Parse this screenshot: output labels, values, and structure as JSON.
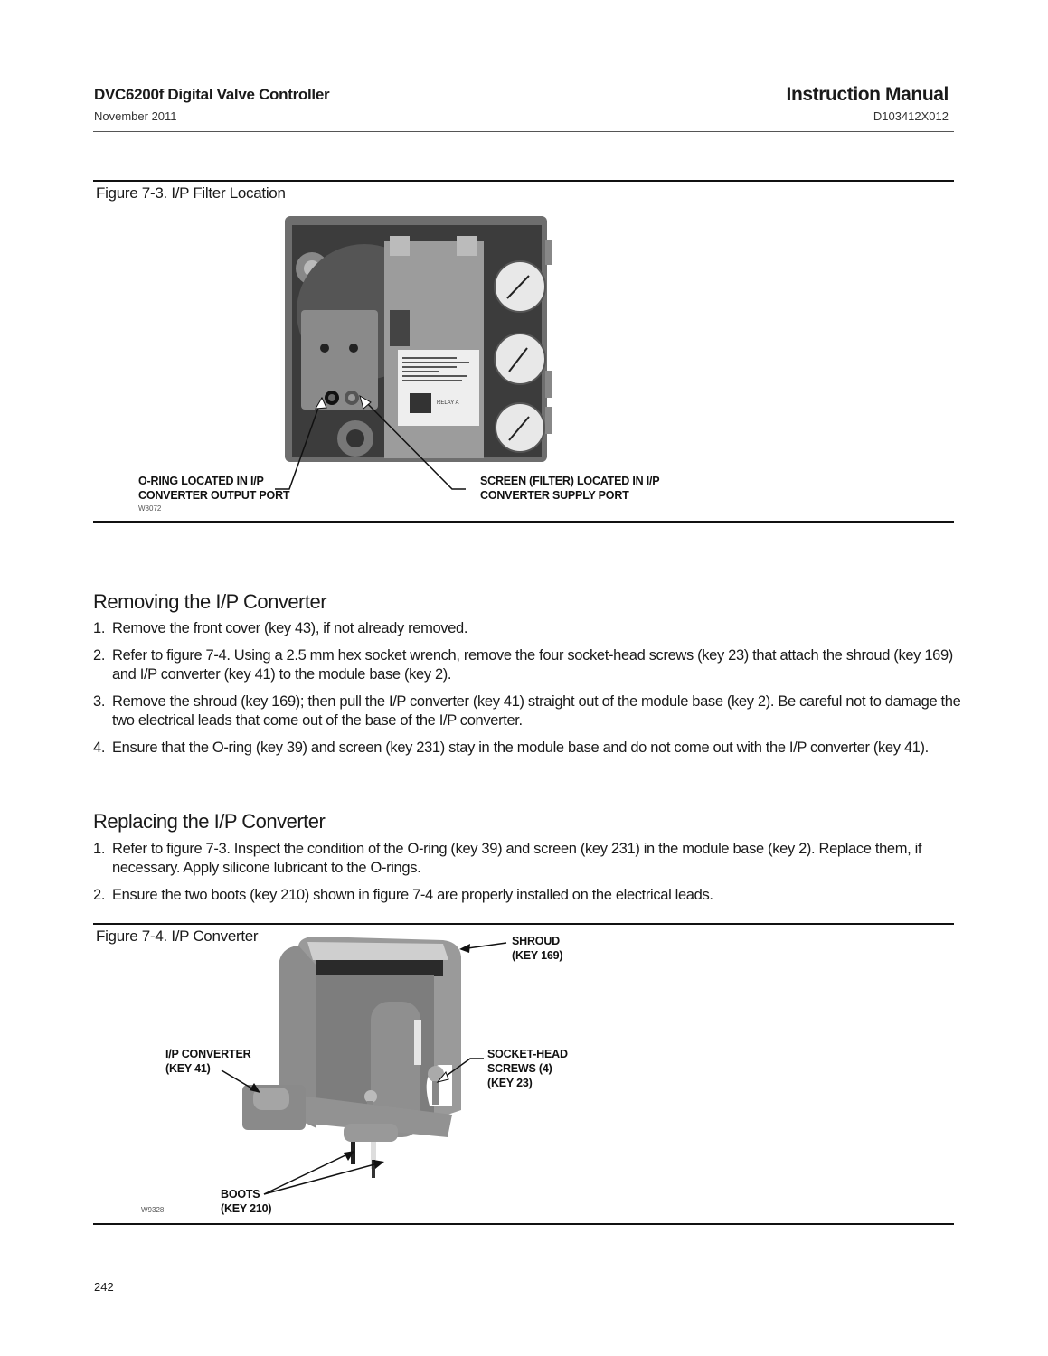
{
  "header": {
    "product_title": "DVC6200f Digital Valve Controller",
    "date": "November 2011",
    "manual_title": "Instruction Manual",
    "doc_number": "D103412X012"
  },
  "figure_7_3": {
    "caption": "Figure 7-3. I/P Filter Location",
    "callout_left_line1": "O-RING LOCATED IN I/P",
    "callout_left_line2": "CONVERTER OUTPUT PORT",
    "callout_right_line1": "SCREEN (FILTER) LOCATED IN I/P",
    "callout_right_line2": "CONVERTER SUPPLY PORT",
    "drawing_code": "W8072",
    "image_description": "photo-of-dvc6200f-module-base-with-gauges",
    "label_text": "RELAY A"
  },
  "removing_section": {
    "heading": "Removing the I/P Converter",
    "steps": [
      {
        "num": "1.",
        "text": "Remove the front cover (key 43), if not already removed."
      },
      {
        "num": "2.",
        "text": "Refer to figure 7-4. Using a 2.5 mm hex socket wrench, remove the four socket-head screws (key 23) that attach the shroud (key 169) and I/P converter (key 41) to the module base (key 2)."
      },
      {
        "num": "3.",
        "text": "Remove the shroud (key 169); then pull the I/P converter (key 41) straight out of the module base (key 2). Be careful not to damage the two electrical leads that come out of the base of the I/P converter."
      },
      {
        "num": "4.",
        "text": "Ensure that the O-ring (key 39) and screen (key 231) stay in the module base and do not come out with the I/P converter (key 41)."
      }
    ]
  },
  "replacing_section": {
    "heading": "Replacing the I/P Converter",
    "steps": [
      {
        "num": "1.",
        "text": "Refer to figure 7-3. Inspect the condition of the O-ring (key 39) and screen (key 231) in the module base (key 2). Replace them, if necessary. Apply silicone lubricant to the O-rings."
      },
      {
        "num": "2.",
        "text": "Ensure the two boots (key 210) shown in figure 7-4 are properly installed on the electrical leads."
      }
    ]
  },
  "figure_7_4": {
    "caption": "Figure 7-4. I/P Converter",
    "callout_shroud_line1": "SHROUD",
    "callout_shroud_line2": "(KEY 169)",
    "callout_converter_line1": "I/P CONVERTER",
    "callout_converter_line2": "(KEY 41)",
    "callout_screws_line1": "SOCKET-HEAD",
    "callout_screws_line2": "SCREWS (4)",
    "callout_screws_line3": "(KEY 23)",
    "callout_boots_line1": "BOOTS",
    "callout_boots_line2": "(KEY 210)",
    "drawing_code": "W9328",
    "image_description": "photo-of-ip-converter-with-shroud"
  },
  "footer": {
    "page_number": "242"
  }
}
